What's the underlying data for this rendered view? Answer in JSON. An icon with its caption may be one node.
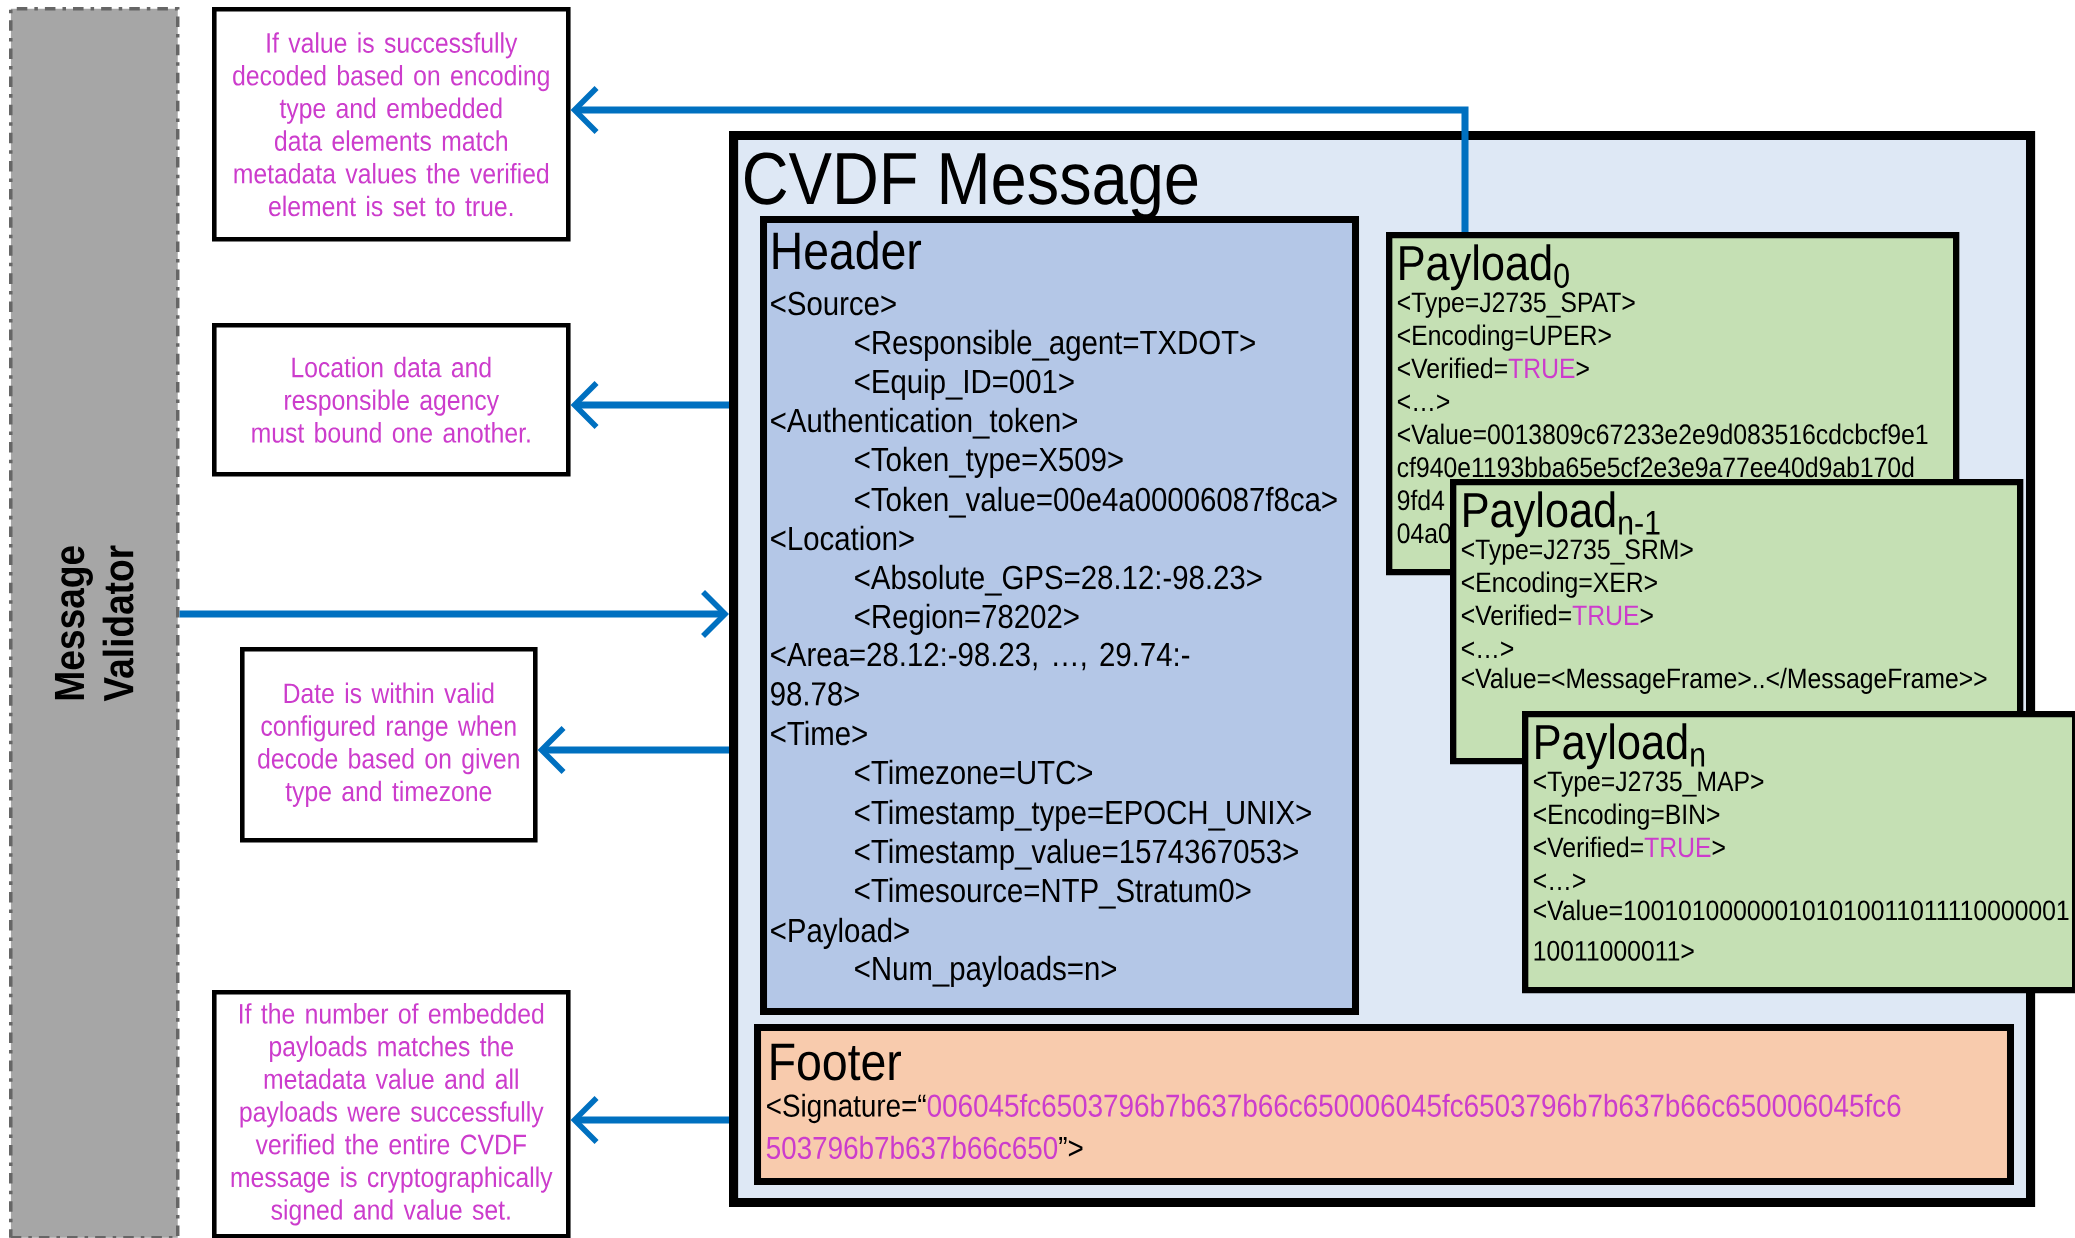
{
  "diagram": {
    "nodes": [
      {
        "text": [
          "Message Validator"
        ]
      },
      {
        "text": [
          "If value is successfully decoded based on encoding type and embedded data elements match metadata values the verified element is set to true."
        ]
      },
      {
        "text": [
          "Location data and responsible agency must bound one another."
        ]
      },
      {
        "text": [
          "Date is within valid configured range when decode based on given type and timezone"
        ]
      },
      {
        "text": [
          "If the number of embedded payloads matches the metadata value and all payloads were successfully verified the entire CVDF message is cryptographically signed and value set."
        ]
      },
      {
        "text": [
          "CVDF Message"
        ]
      },
      {
        "text": [
          "Header",
          "<Source>",
          "<Responsible_agent=TXDOT>",
          "<Equip_ID=001>",
          "<Authentication_token>",
          "<Token_type=X509>",
          "<Token_value=00e4a00006087f8ca>",
          "<Location>",
          "<Absolute_GPS=28.12:-98.23>",
          "<Region=78202>",
          "<Area=28.12:-98.23, …, 29.74:-98.78>",
          "<Time>",
          "<Timezone=UTC>",
          "<Timestamp_type=EPOCH_UNIX>",
          "<Timestamp_value=1574367053>",
          "<Timesource=NTP_Stratum0>",
          "<Payload>",
          "<Num_payloads=n>"
        ],
        "in": 5
      },
      {
        "text": [
          "Payload$_{0}$",
          "<Type=J2735_SPAT>",
          "<Encoding=UPER>",
          "<Verified=",
          "TRUE",
          ">",
          "<…>",
          "<Value=0013809c67233e2e9d083516cdcbcf9e1",
          "cf940e1193bba65e5cf2e3e9a77ee40d9ab170d",
          "9fd4",
          "04a0"
        ],
        "in": 5
      },
      {
        "text": [
          "Payload$_{n-1}$",
          "<Type=J2735_SRM>",
          "<Encoding=XER>",
          "<Verified=",
          "TRUE",
          ">",
          "<…>",
          "<Value=<MessageFrame>..</MessageFrame>>"
        ],
        "in": 5
      },
      {
        "text": [
          "Payload$_{n}$",
          "<Type=J2735_MAP>",
          "<Encoding=BIN>",
          "<Verified=",
          "TRUE",
          ">",
          "<…>",
          "<Value=100101000000101010011011110000001 10011000011>"
        ]
      },
      {
        "text": [
          "Footer",
          "<Signature=“",
          "006045fc6503796b7b637b66c650006045fc6503796b7b637b66c650006045fc6 503796b7b637b66c650",
          "”>"
        ],
        "in": 5
      }
    ],
    "edges": [
      {
        "from": 0,
        "to": 5,
        "arrow": "to"
      },
      {
        "from": 7,
        "to": 1,
        "arrow": "to"
      },
      {
        "from": 5,
        "to": 2,
        "arrow": "to"
      },
      {
        "from": 5,
        "to": 3,
        "arrow": "to"
      },
      {
        "from": 5,
        "to": 4,
        "arrow": "to"
      }
    ]
  }
}
